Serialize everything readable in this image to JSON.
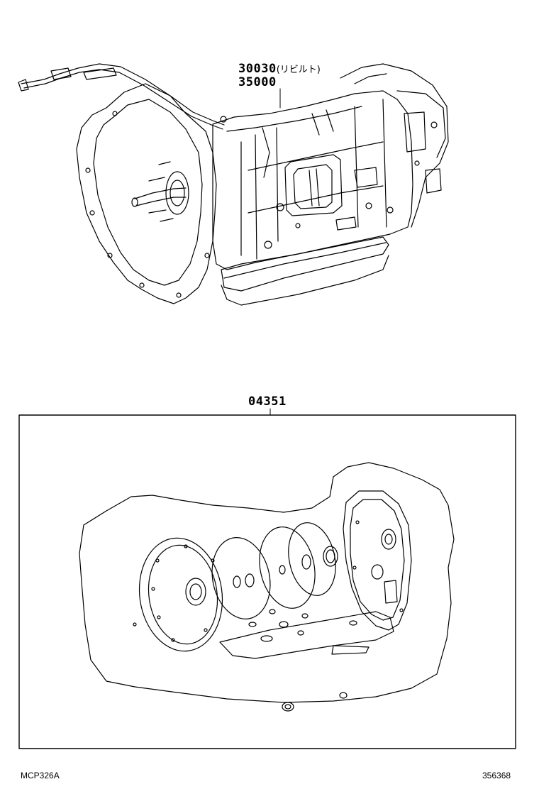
{
  "callouts": {
    "transmission_assy_primary": "30030",
    "transmission_assy_primary_note": "(リビルト)",
    "transmission_assy_secondary": "35000",
    "overhaul_kit": "04351"
  },
  "footer": {
    "left_code": "MCP326A",
    "right_code": "356368"
  }
}
